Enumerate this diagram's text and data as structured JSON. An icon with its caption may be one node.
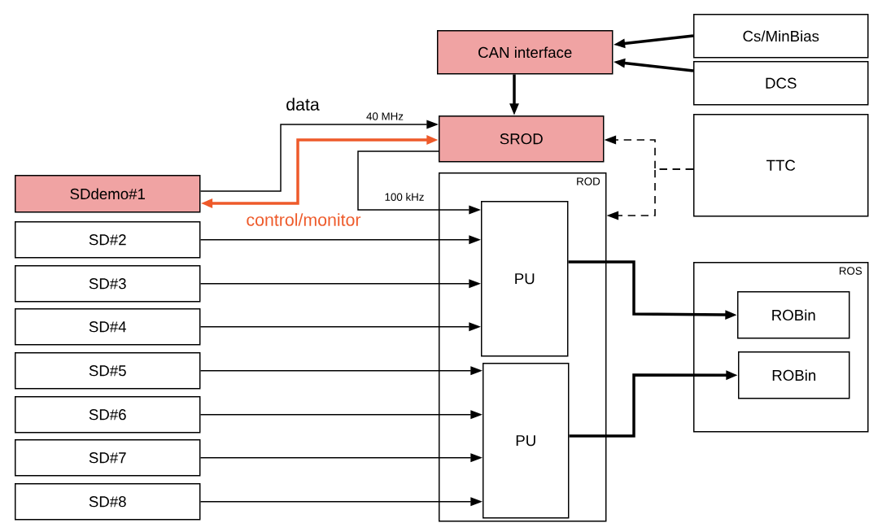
{
  "diagram": {
    "nodes": [
      {
        "text": [
          "CAN interface"
        ]
      },
      {
        "text": [
          "Cs/MinBias"
        ]
      },
      {
        "text": [
          "DCS"
        ]
      },
      {
        "text": [
          "SROD"
        ]
      },
      {
        "text": [
          "TTC"
        ]
      },
      {
        "text": [
          "SDdemo#1"
        ]
      },
      {
        "text": [
          "SD#2"
        ]
      },
      {
        "text": [
          "SD#3"
        ]
      },
      {
        "text": [
          "SD#4"
        ]
      },
      {
        "text": [
          "SD#5"
        ]
      },
      {
        "text": [
          "SD#6"
        ]
      },
      {
        "text": [
          "SD#7"
        ]
      },
      {
        "text": [
          "SD#8"
        ]
      },
      {
        "text": [
          "ROD"
        ]
      },
      {
        "text": [
          "PU"
        ],
        "in": 13
      },
      {
        "text": [
          "PU"
        ],
        "in": 13
      },
      {
        "text": [
          "ROS"
        ]
      },
      {
        "text": [
          "ROBin"
        ],
        "in": 16
      },
      {
        "text": [
          "ROBin"
        ],
        "in": 16
      }
    ],
    "edges": [
      {
        "from": 1,
        "to": 0,
        "arrow": "to",
        "style": "thick"
      },
      {
        "from": 2,
        "to": 0,
        "arrow": "to",
        "style": "thick"
      },
      {
        "from": 0,
        "to": 3,
        "arrow": "to",
        "style": "thick"
      },
      {
        "from": 5,
        "to": 3,
        "arrow": "to",
        "label": "data"
      },
      {
        "from": 5,
        "to": 3,
        "arrow": "both",
        "style": "thick",
        "color": "#ee5a2a",
        "label": "control/monitor"
      },
      {
        "from": 3,
        "to": 14,
        "arrow": "to",
        "label": "100 kHz"
      },
      {
        "from": 4,
        "to": 3,
        "arrow": "to",
        "style": "dashed"
      },
      {
        "from": 4,
        "to": 13,
        "arrow": "to",
        "style": "dashed"
      },
      {
        "from": 6,
        "to": 14,
        "arrow": "to"
      },
      {
        "from": 7,
        "to": 14,
        "arrow": "to"
      },
      {
        "from": 8,
        "to": 14,
        "arrow": "to"
      },
      {
        "from": 9,
        "to": 15,
        "arrow": "to"
      },
      {
        "from": 10,
        "to": 15,
        "arrow": "to"
      },
      {
        "from": 11,
        "to": 15,
        "arrow": "to"
      },
      {
        "from": 12,
        "to": 15,
        "arrow": "to"
      },
      {
        "from": 14,
        "to": 17,
        "arrow": "to",
        "style": "thick"
      },
      {
        "from": 15,
        "to": 18,
        "arrow": "to",
        "style": "thick"
      }
    ],
    "labels": [
      "40 MHz"
    ]
  }
}
